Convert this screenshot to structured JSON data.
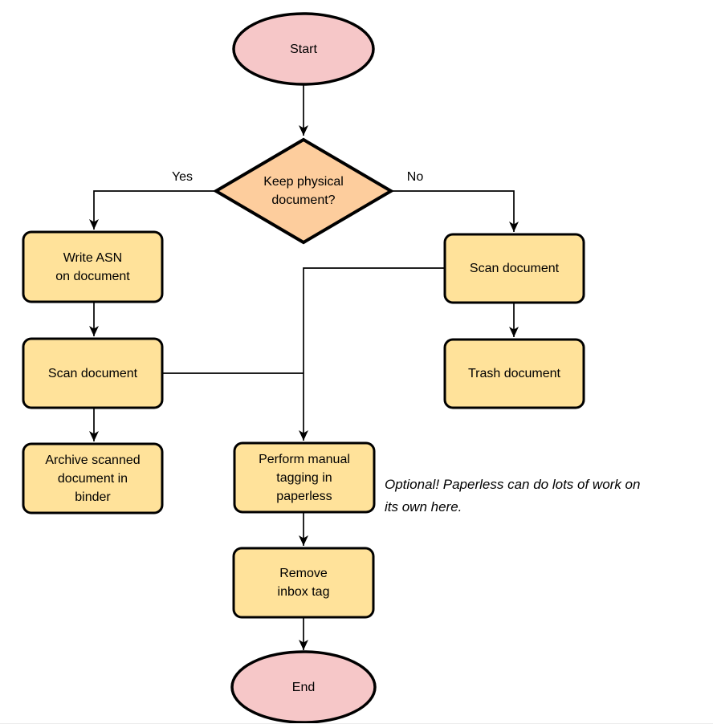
{
  "diagram": {
    "type": "flowchart",
    "background": "#ffffff"
  },
  "colors": {
    "terminal_fill": "#f6c7c8",
    "decision_fill": "#fdcd9d",
    "process_fill": "#ffe29a",
    "stroke": "#000000",
    "edge_line": "#000000"
  },
  "nodes": {
    "start": {
      "label": "Start"
    },
    "decision": {
      "label": [
        "Keep physical",
        "document?"
      ]
    },
    "write_asn": {
      "label": [
        "Write ASN",
        "on document"
      ]
    },
    "scan_left": {
      "label": "Scan document"
    },
    "archive": {
      "label": [
        "Archive scanned",
        "document in",
        "binder"
      ]
    },
    "scan_right": {
      "label": "Scan document"
    },
    "trash": {
      "label": "Trash document"
    },
    "perform": {
      "label": [
        "Perform manual",
        "tagging in",
        "paperless"
      ]
    },
    "remove": {
      "label": [
        "Remove",
        "inbox tag"
      ]
    },
    "end": {
      "label": "End"
    }
  },
  "edge_labels": {
    "yes": "Yes",
    "no": "No"
  },
  "annotation": {
    "lines": [
      "Optional! Paperless can do lots of work on",
      "its own here."
    ]
  }
}
